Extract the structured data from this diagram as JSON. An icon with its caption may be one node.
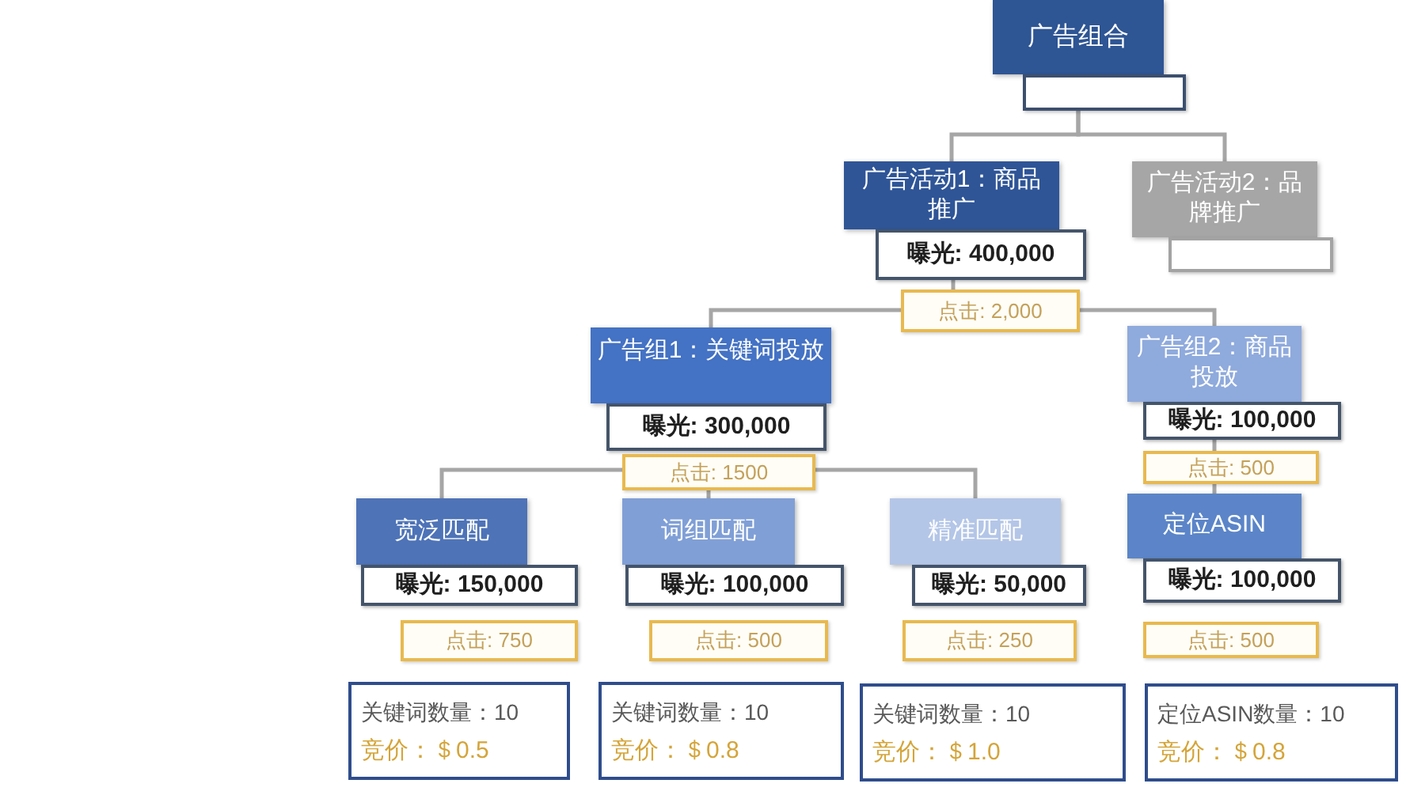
{
  "diagram": {
    "nodes": [
      {
        "text": [
          "广告组合"
        ]
      },
      {
        "text": [],
        "shape": "box"
      },
      {
        "text": [
          "广告活动1：商品推广"
        ]
      },
      {
        "text": [
          "曝光: 400,000"
        ]
      },
      {
        "text": [
          "点击: 2,000"
        ]
      },
      {
        "text": [
          "广告活动2：品牌推广"
        ]
      },
      {
        "text": [],
        "shape": "box"
      },
      {
        "text": [
          "广告组1：关键词投放"
        ]
      },
      {
        "text": [
          "曝光: 300,000"
        ]
      },
      {
        "text": [
          "点击: 1500"
        ]
      },
      {
        "text": [
          "广告组2：商品投放"
        ]
      },
      {
        "text": [
          "曝光: 100,000"
        ]
      },
      {
        "text": [
          "点击: 500"
        ]
      },
      {
        "text": [
          "宽泛匹配"
        ]
      },
      {
        "text": [
          "曝光: 150,000"
        ]
      },
      {
        "text": [
          "点击: 750"
        ]
      },
      {
        "text": [
          "词组匹配"
        ]
      },
      {
        "text": [
          "曝光: 100,000"
        ]
      },
      {
        "text": [
          "点击: 500"
        ]
      },
      {
        "text": [
          "精准匹配"
        ]
      },
      {
        "text": [
          "曝光: 50,000"
        ]
      },
      {
        "text": [
          "点击: 250"
        ]
      },
      {
        "text": [
          "定位ASIN"
        ]
      },
      {
        "text": [
          "曝光: 100,000"
        ]
      },
      {
        "text": [
          "点击: 500"
        ]
      },
      {
        "text": [
          "关键词数量：10",
          "竞价：＄0.5"
        ]
      },
      {
        "text": [
          "关键词数量：10",
          "竞价：＄0.8"
        ]
      },
      {
        "text": [
          "关键词数量：10",
          "竞价：＄1.0"
        ]
      },
      {
        "text": [
          "定位ASIN数量：10",
          "竞价：＄0.8"
        ]
      }
    ],
    "edges": [
      {
        "from": 1,
        "to": 2,
        "arrow": "none"
      },
      {
        "from": 1,
        "to": 5,
        "arrow": "none"
      },
      {
        "from": 3,
        "to": 4,
        "arrow": "none"
      },
      {
        "from": 4,
        "to": 7,
        "arrow": "none"
      },
      {
        "from": 4,
        "to": 10,
        "arrow": "none"
      },
      {
        "from": 9,
        "to": 13,
        "arrow": "none"
      },
      {
        "from": 9,
        "to": 16,
        "arrow": "none"
      },
      {
        "from": 9,
        "to": 19,
        "arrow": "none"
      },
      {
        "from": 11,
        "to": 12,
        "arrow": "none"
      },
      {
        "from": 12,
        "to": 22,
        "arrow": "none"
      }
    ]
  }
}
